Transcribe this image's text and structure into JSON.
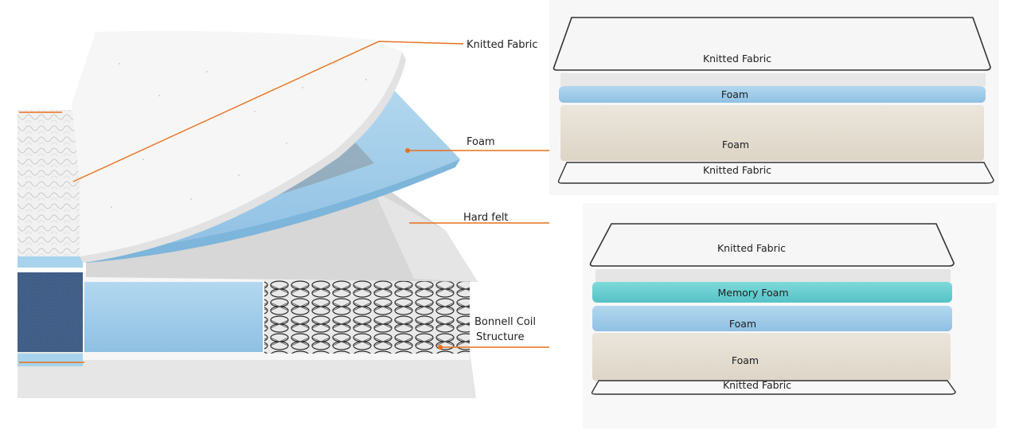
{
  "left_diagram": {
    "labels": {
      "knitted_fabric": "Knitted Fabric",
      "foam": "Foam",
      "hard_felt": "Hard felt",
      "bonnell_line1": "Bonnell Coil",
      "bonnell_line2": "Structure"
    },
    "leader_color": "#e8701a"
  },
  "top_stack": {
    "layers": [
      "Knitted Fabric",
      "Foam",
      "Foam",
      "Knitted Fabric"
    ]
  },
  "bottom_stack": {
    "layers": [
      "Knitted Fabric",
      "Memory Foam",
      "Foam",
      "Foam",
      "Knitted Fabric"
    ]
  },
  "colors": {
    "blue_foam": "#9fcbe8",
    "memory_foam": "#67cdcf",
    "beige_foam": "#e4ddd0",
    "denim": "#3d5a82",
    "fabric": "#f4f4f4"
  }
}
